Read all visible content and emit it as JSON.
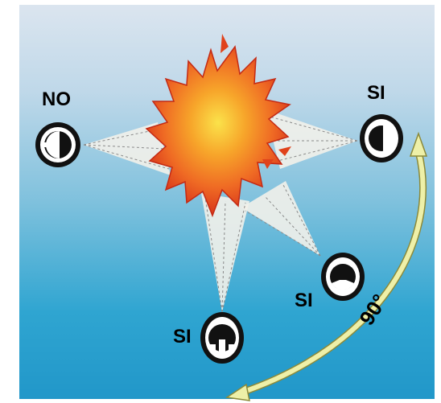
{
  "labels": {
    "no": "NO",
    "si_right": "SI",
    "si_lower_right": "SI",
    "si_bottom": "SI",
    "angle": "90°"
  },
  "colors": {
    "flame_outer": "#e0421b",
    "flame_inner": "#fbd63e",
    "arrow": "#eef0a8",
    "arrow_edge": "#8c8a3a",
    "beam": "#f2f1ea"
  }
}
